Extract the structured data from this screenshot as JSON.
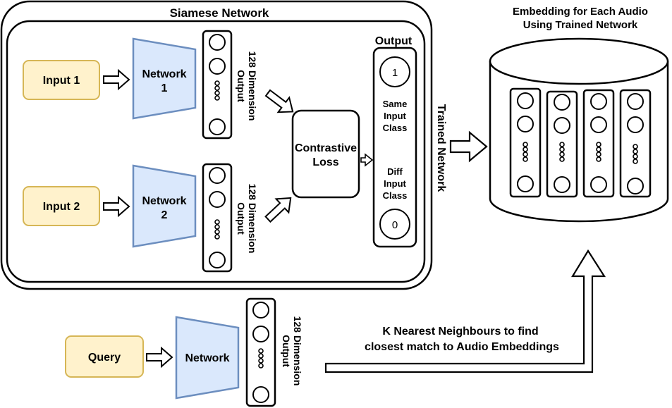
{
  "siamese": {
    "title": "Siamese Network"
  },
  "inputs": {
    "input1": "Input 1",
    "input2": "Input 2",
    "query": "Query"
  },
  "networks": {
    "net1_line1": "Network",
    "net1_line2": "1",
    "net2_line1": "Network",
    "net2_line2": "2",
    "query_net": "Network"
  },
  "embedding_label": {
    "line1": "128 Dimension",
    "line2": "Output"
  },
  "loss": {
    "line1": "Contrastive",
    "line2": "Loss"
  },
  "output": {
    "title": "Output",
    "same_value": "1",
    "same_l1": "Same",
    "same_l2": "Input",
    "same_l3": "Class",
    "diff_l1": "Diff",
    "diff_l2": "Input",
    "diff_l3": "Class",
    "diff_value": "0"
  },
  "trained_network": "Trained Network",
  "database": {
    "title_line1": "Embedding for Each Audio",
    "title_line2": "Using Trained Network"
  },
  "knn": {
    "line1": "K Nearest Neighbours to find",
    "line2": "closest match to Audio Embeddings"
  },
  "colors": {
    "input_fill": "#fff2cc",
    "input_stroke": "#d6b656",
    "network_fill": "#dae8fc",
    "network_stroke": "#6c8ebf",
    "line": "#000000"
  }
}
